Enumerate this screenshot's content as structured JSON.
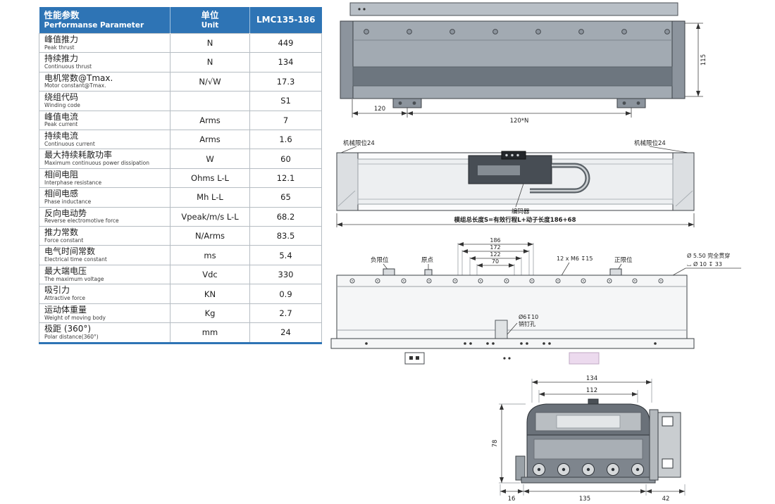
{
  "colors": {
    "header_blue": "#2E74B5",
    "table_border": "#b6bdc3"
  },
  "table": {
    "header": {
      "param_zh": "性能参数",
      "param_en": "Performanse Parameter",
      "unit_zh": "单位",
      "unit_en": "Unit",
      "model": "LMC135-186"
    },
    "rows": [
      {
        "zh": "峰值推力",
        "en": "Peak thrust",
        "unit": "N",
        "value": "449"
      },
      {
        "zh": "持续推力",
        "en": "Continuous thrust",
        "unit": "N",
        "value": "134"
      },
      {
        "zh": "电机常数@Tmax.",
        "en": "Motor constant@Tmax.",
        "unit": "N/√W",
        "value": "17.3"
      },
      {
        "zh": "绕组代码",
        "en": "Winding code",
        "unit": "",
        "value": "S1"
      },
      {
        "zh": "峰值电流",
        "en": "Peak current",
        "unit": "Arms",
        "value": "7"
      },
      {
        "zh": "持续电流",
        "en": "Continuous current",
        "unit": "Arms",
        "value": "1.6"
      },
      {
        "zh": "最大持续耗散功率",
        "en": "Maximum continuous power dissipation",
        "unit": "W",
        "value": "60"
      },
      {
        "zh": "相间电阻",
        "en": "Interphase resistance",
        "unit": "Ohms L-L",
        "value": "12.1"
      },
      {
        "zh": "相间电感",
        "en": "Phase inductance",
        "unit": "Mh L-L",
        "value": "65"
      },
      {
        "zh": "反向电动势",
        "en": "Reverse electromotive force",
        "unit": "Vpeak/m/s L-L",
        "value": "68.2"
      },
      {
        "zh": "推力常数",
        "en": "Force constant",
        "unit": "N/Arms",
        "value": "83.5"
      },
      {
        "zh": "电气时间常数",
        "en": "Electrical time constant",
        "unit": "ms",
        "value": "5.4"
      },
      {
        "zh": "最大端电压",
        "en": "The maximum voltage",
        "unit": "Vdc",
        "value": "330"
      },
      {
        "zh": "吸引力",
        "en": "Attractive force",
        "unit": "KN",
        "value": "0.9"
      },
      {
        "zh": "运动体重量",
        "en": "Weight of moving body",
        "unit": "Kg",
        "value": "2.7"
      },
      {
        "zh": "极距 (360°)",
        "en": "Polar distance(360°)",
        "unit": "mm",
        "value": "24"
      }
    ]
  },
  "drawings": {
    "side_view": {
      "dim_115": "115",
      "dim_120": "120",
      "dim_120n": "120*N"
    },
    "top_view": {
      "limit_left": "机械限位24",
      "limit_right": "机械限位24",
      "encoder": "编码器",
      "total_length": "模组总长度S=有效行程L+动子长度186+68"
    },
    "mount_view": {
      "dim_186": "186",
      "dim_172": "172",
      "dim_122": "122",
      "dim_70": "70",
      "neg_limit": "负限位",
      "origin": "原点",
      "tap_holes": "12 x M6 ↧15",
      "pos_limit": "正限位",
      "through_hole": "Ø 5.50 完全贯穿",
      "counterbore": "⌴ Ø 10 ↧ 33",
      "pin_hole_1": "Ø6↧10",
      "pin_hole_2": "销钉孔"
    },
    "end_view": {
      "dim_134": "134",
      "dim_112": "112",
      "dim_78": "78",
      "dim_16": "16",
      "dim_135": "135",
      "dim_42": "42"
    }
  }
}
